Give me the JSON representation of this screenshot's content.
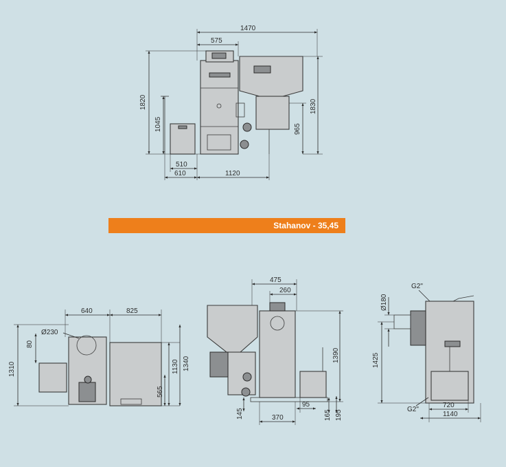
{
  "banner": {
    "title": "Stahanov - 35,45",
    "color": "#ee7f1b"
  },
  "background_color": "#cfe0e5",
  "top_view": {
    "dims": {
      "total_width": "1470",
      "boiler_width": "575",
      "height_total": "1820",
      "height_right": "1830",
      "burner_height": "1045",
      "hopper_height": "965",
      "fan_width": "510",
      "fan_offset": "610",
      "main_width": "1120"
    }
  },
  "side_view_a": {
    "dims": {
      "width_left": "640",
      "width_right": "825",
      "flue_diameter": "Ø230",
      "offset_80": "80",
      "height_1310": "1310",
      "height_1130": "1130",
      "height_1340": "1340",
      "height_565": "565"
    }
  },
  "front_view": {
    "dims": {
      "width_475": "475",
      "width_260": "260",
      "height_1390": "1390",
      "base_145": "145",
      "width_370": "370",
      "width_95": "95",
      "height_165": "165",
      "height_195": "195"
    }
  },
  "side_view_b": {
    "dims": {
      "connection_g2_top": "G2\"",
      "diameter_180": "Ø180",
      "height_1425": "1425",
      "connection_g2_bottom": "G2\"",
      "width_720": "720",
      "width_1140": "1140"
    }
  }
}
